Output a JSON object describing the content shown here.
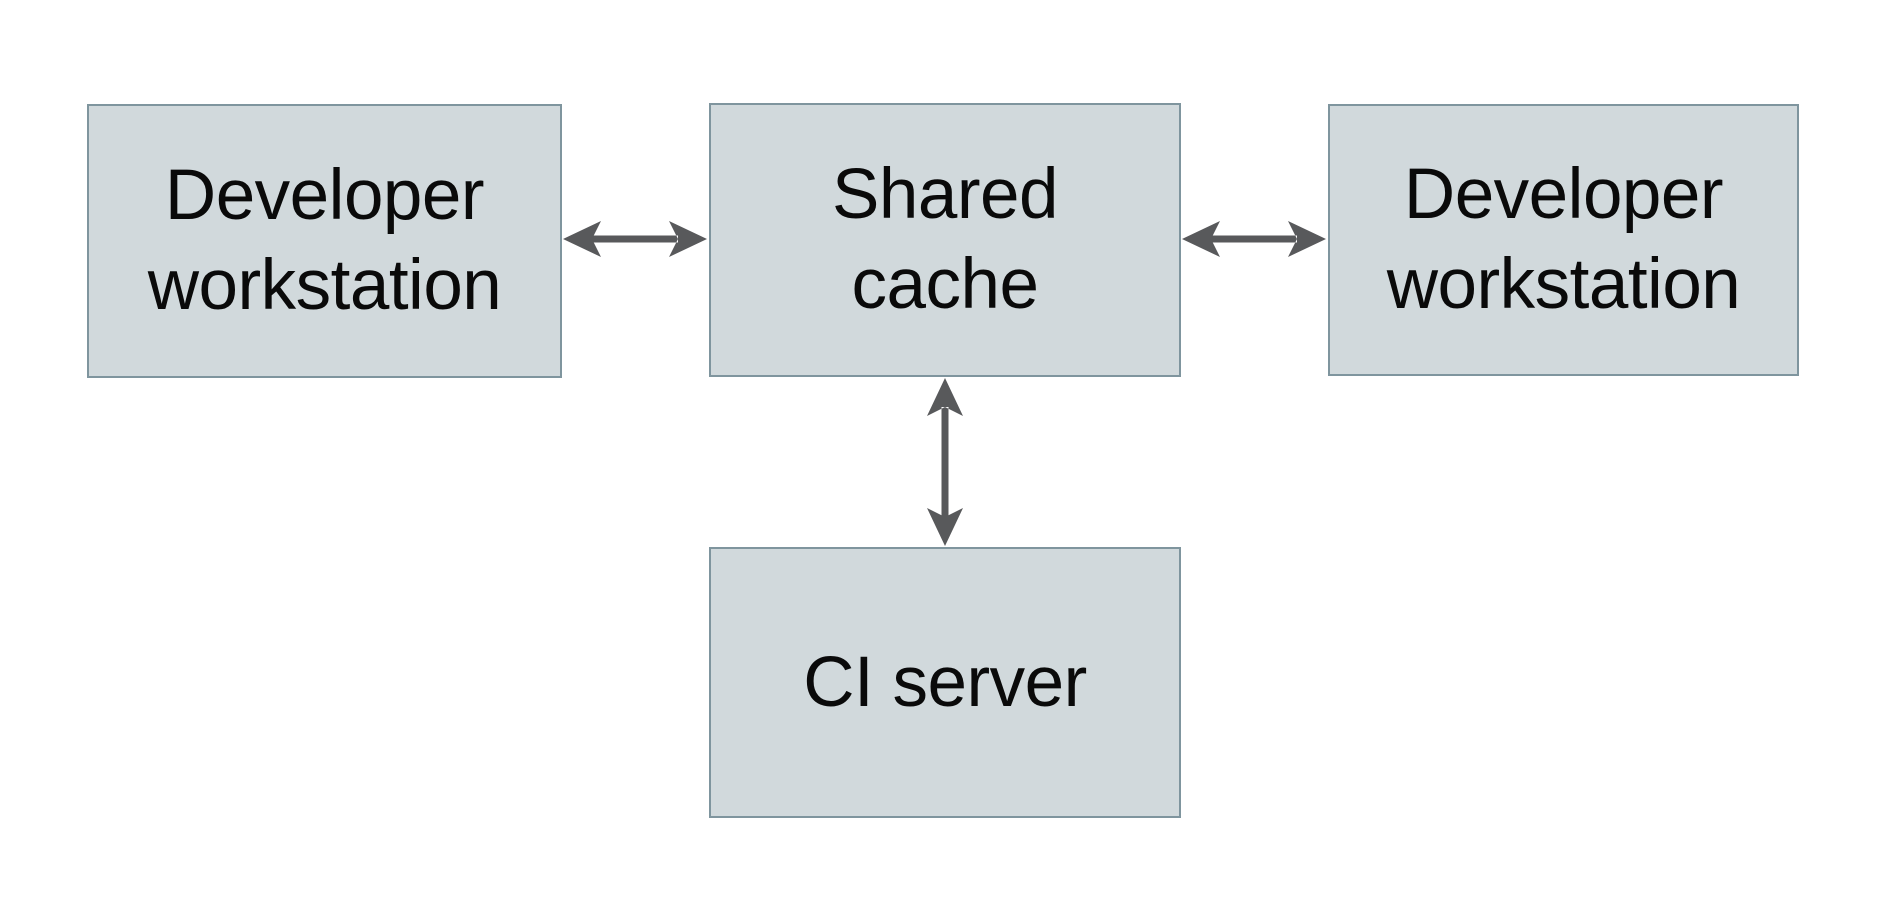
{
  "diagram": {
    "nodes": [
      {
        "id": "developer-workstation-left",
        "label": [
          "Developer",
          "workstation"
        ]
      },
      {
        "id": "shared-cache",
        "label": [
          "Shared",
          "cache"
        ]
      },
      {
        "id": "developer-workstation-right",
        "label": [
          "Developer",
          "workstation"
        ]
      },
      {
        "id": "ci-server",
        "label": [
          "CI server"
        ]
      }
    ],
    "edges": [
      {
        "from": "developer-workstation-left",
        "to": "shared-cache",
        "direction": "bidirectional"
      },
      {
        "from": "shared-cache",
        "to": "developer-workstation-right",
        "direction": "bidirectional"
      },
      {
        "from": "shared-cache",
        "to": "ci-server",
        "direction": "bidirectional"
      }
    ]
  },
  "theme": {
    "canvas-bg": "#ffffff",
    "box-fill": "#d1d9dc",
    "box-border": "#7f959e",
    "arrow-color": "#58595b",
    "text-color": "#0a0a0a"
  }
}
